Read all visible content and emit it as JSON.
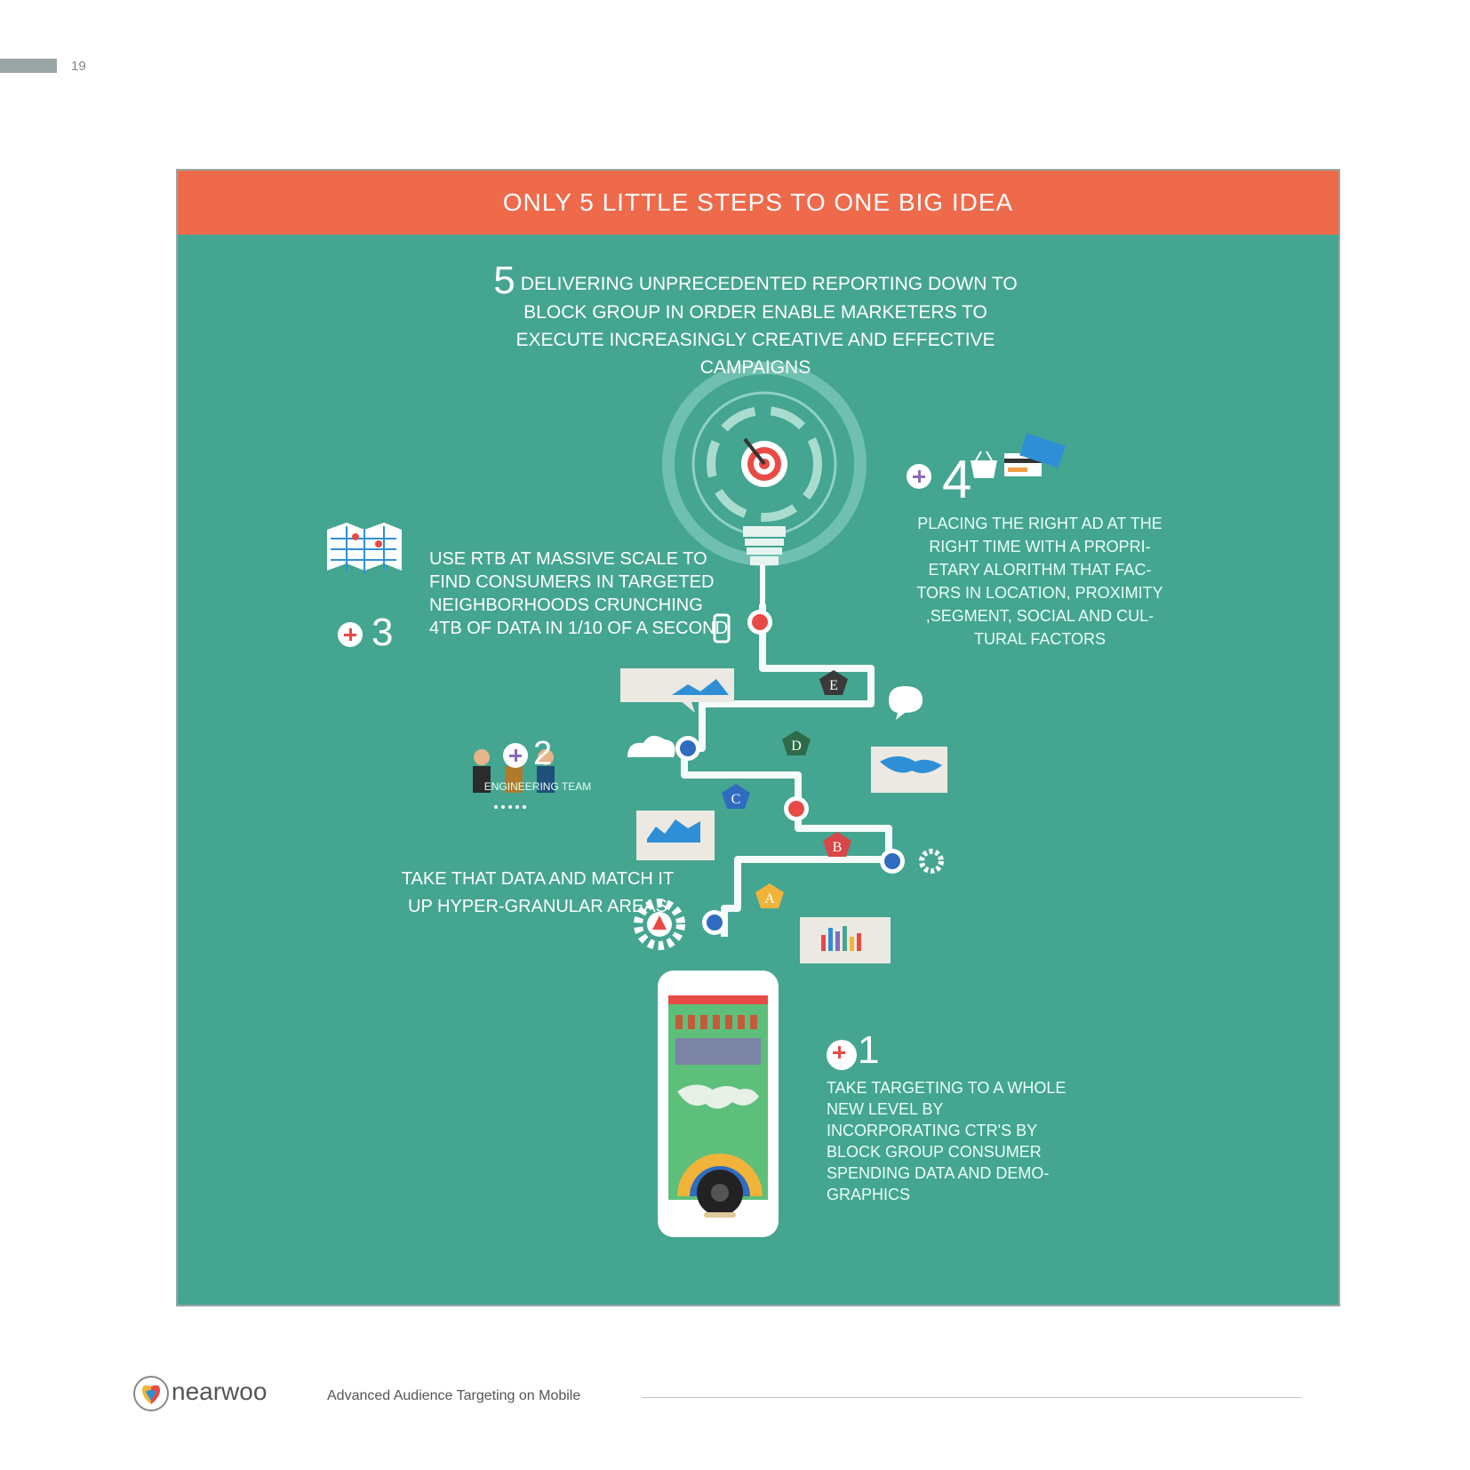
{
  "page": {
    "number": "19"
  },
  "infographic": {
    "title": "ONLY 5 LITTLE STEPS TO ONE BIG IDEA",
    "colors": {
      "banner": "#ef6a4b",
      "panel": "#44a591",
      "accent_red": "#e84a46",
      "accent_purple": "#8a6bb8"
    },
    "step5": {
      "number": "5",
      "text": "DELIVERING UNPRECEDENTED REPORTING DOWN TO BLOCK GROUP IN ORDER ENABLE MARKETERS TO EXECUTE INCREASINGLY CREATIVE AND EFFECTIVE CAMPAIGNS"
    },
    "step4": {
      "number": "4",
      "text": "PLACING THE RIGHT AD AT THE RIGHT TIME WITH A PROPRI-ETARY ALORITHM THAT FAC-TORS IN LOCATION, PROXIMITY ,SEGMENT, SOCIAL AND CUL-TURAL FACTORS"
    },
    "step3": {
      "number": "3",
      "text": "USE RTB AT MASSIVE SCALE TO FIND CONSUMERS IN TARGETED NEIGHBORHOODS CRUNCHING 4TB OF DATA IN 1/10 OF A SECOND"
    },
    "step2": {
      "number": "2",
      "label": "ENGINEERING TEAM",
      "text": "TAKE THAT DATA AND MATCH IT UP HYPER-GRANULAR AREAS"
    },
    "step1": {
      "number": "1",
      "text": "TAKE TARGETING TO A WHOLE NEW LEVEL BY INCORPORATING CTR'S BY BLOCK GROUP CONSUMER SPENDING DATA AND DEMO-GRAPHICS"
    },
    "path_nodes": [
      "A",
      "B",
      "C",
      "D",
      "E"
    ],
    "icons": [
      "lightbulb-target-icon",
      "map-icon",
      "people-icon",
      "phone-icon",
      "gear-icon",
      "cloud-icon",
      "chat-icon",
      "basket-icon",
      "credit-card-icon"
    ]
  },
  "footer": {
    "brand": "nearwoo",
    "title": "Advanced Audience Targeting on Mobile"
  }
}
